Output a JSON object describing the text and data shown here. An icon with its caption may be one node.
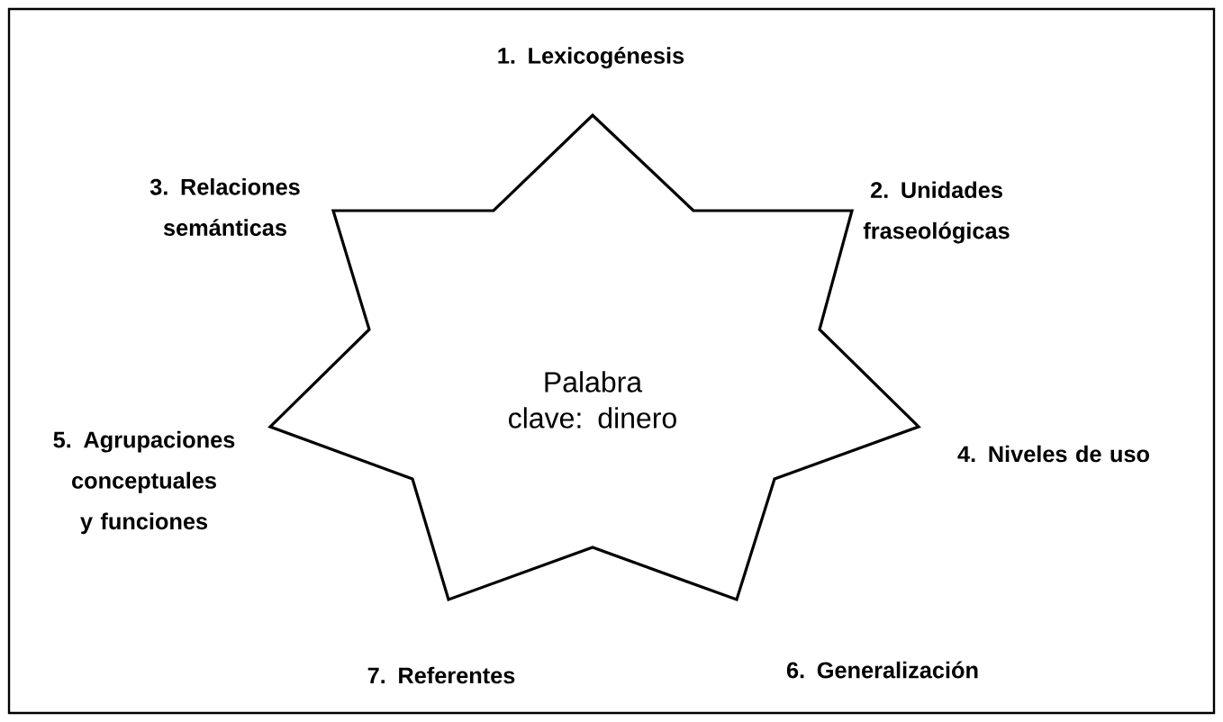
{
  "diagram": {
    "nodes": [
      {
        "text": [
          "Palabra clave: dinero"
        ]
      }
    ],
    "labels": [
      "1. Lexicogénesis",
      "3. Relaciones semánticas",
      "2. Unidades fraseológicas",
      "5. Agrupaciones conceptuales y funciones",
      "4. Niveles de uso",
      "7. Referentes",
      "6. Generalización"
    ]
  }
}
